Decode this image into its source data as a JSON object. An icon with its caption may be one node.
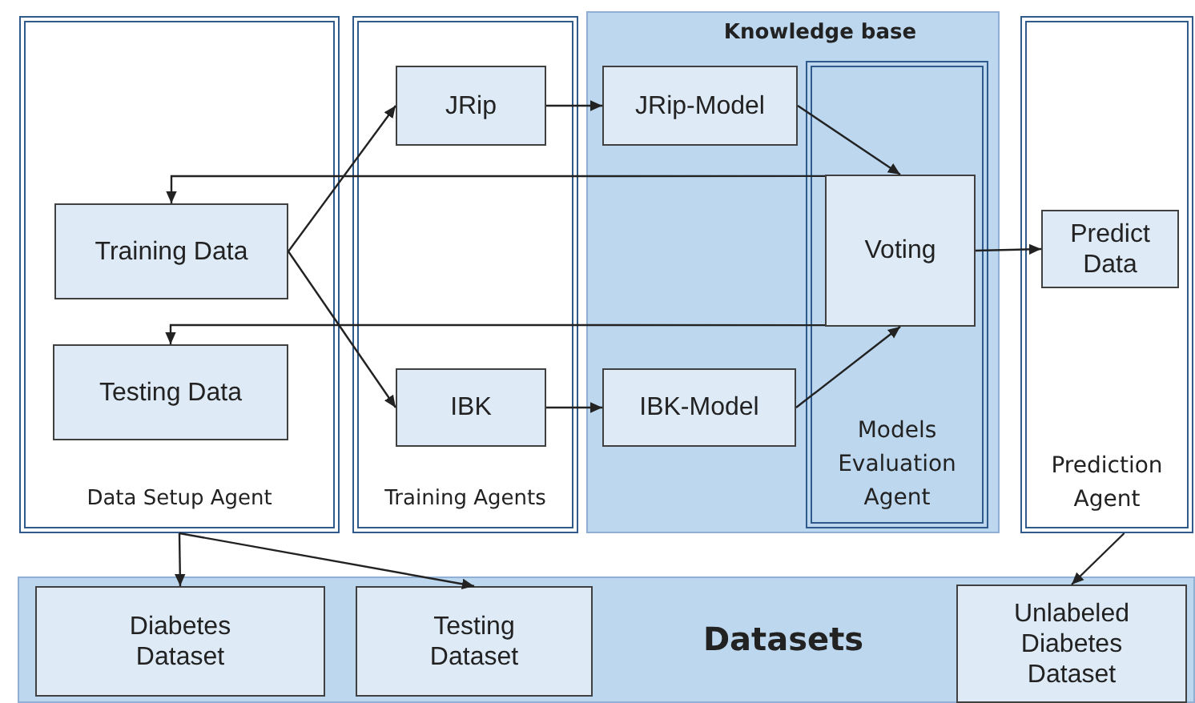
{
  "diagram": {
    "nodes": [
      {
        "text": [
          "Data Setup Agent"
        ]
      },
      {
        "text": [
          "Training Data"
        ],
        "in": 0
      },
      {
        "text": [
          "Testing Data"
        ],
        "in": 0
      },
      {
        "text": [
          "Training Agents"
        ]
      },
      {
        "text": [
          "JRip"
        ],
        "in": 3
      },
      {
        "text": [
          "IBK"
        ],
        "in": 3
      },
      {
        "text": [
          "Knowledge base"
        ]
      },
      {
        "text": [
          "JRip-Model"
        ],
        "in": 6
      },
      {
        "text": [
          "IBK-Model"
        ],
        "in": 6
      },
      {
        "text": [
          "Models Evaluation Agent"
        ],
        "in": 6
      },
      {
        "text": [
          "Voting"
        ],
        "in": 9
      },
      {
        "text": [
          "Prediction Agent"
        ]
      },
      {
        "text": [
          "Predict Data"
        ],
        "in": 11
      },
      {
        "text": [
          "Datasets"
        ]
      },
      {
        "text": [
          "Diabetes Dataset"
        ],
        "in": 13
      },
      {
        "text": [
          "Testing Dataset"
        ],
        "in": 13
      },
      {
        "text": [
          "Unlabeled Diabetes Dataset"
        ],
        "in": 13
      }
    ],
    "edges": [
      {
        "from": 1,
        "to": 4,
        "arrow": "to"
      },
      {
        "from": 1,
        "to": 5,
        "arrow": "to"
      },
      {
        "from": 4,
        "to": 7,
        "arrow": "to"
      },
      {
        "from": 5,
        "to": 8,
        "arrow": "to"
      },
      {
        "from": 7,
        "to": 10,
        "arrow": "to"
      },
      {
        "from": 8,
        "to": 10,
        "arrow": "to"
      },
      {
        "from": 10,
        "to": 1,
        "arrow": "to"
      },
      {
        "from": 10,
        "to": 2,
        "arrow": "to"
      },
      {
        "from": 10,
        "to": 12,
        "arrow": "to"
      },
      {
        "from": 0,
        "to": 14,
        "arrow": "to"
      },
      {
        "from": 0,
        "to": 15,
        "arrow": "to"
      },
      {
        "from": 11,
        "to": 16,
        "arrow": "to"
      }
    ]
  }
}
